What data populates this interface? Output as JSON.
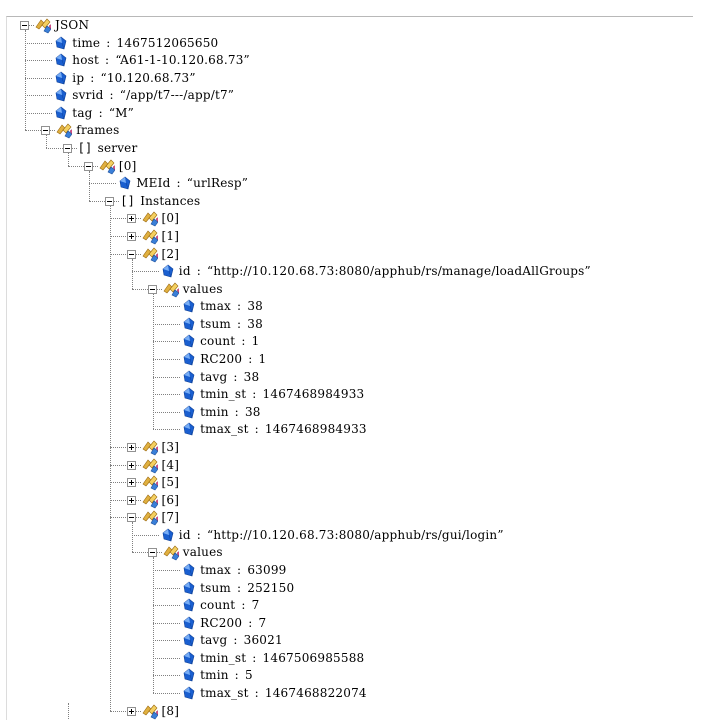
{
  "colors": {
    "background": "#ffffff",
    "tree_line": "#808080",
    "leaf_icon": "#1a5fd0",
    "object_icon_gold": "#e0b040",
    "object_icon_blue": "#3a7fd8"
  },
  "tree": {
    "label": "JSON",
    "type": "object",
    "expanded": true,
    "children": [
      {
        "type": "leaf",
        "key": "time",
        "value": "1467512065650"
      },
      {
        "type": "leaf",
        "key": "host",
        "value": "“A61-1-10.120.68.73”"
      },
      {
        "type": "leaf",
        "key": "ip",
        "value": "“10.120.68.73”"
      },
      {
        "type": "leaf",
        "key": "svrid",
        "value": "“/app/t7---/app/t7”"
      },
      {
        "type": "leaf",
        "key": "tag",
        "value": "“M”"
      },
      {
        "type": "object",
        "label": "frames",
        "expanded": true,
        "children": [
          {
            "type": "array",
            "label": "server",
            "expanded": true,
            "children": [
              {
                "type": "object",
                "label": "[0]",
                "expanded": true,
                "children": [
                  {
                    "type": "leaf",
                    "key": "MEId",
                    "value": "“urlResp”"
                  },
                  {
                    "type": "array",
                    "label": "Instances",
                    "expanded": true,
                    "children": [
                      {
                        "type": "object",
                        "label": "[0]",
                        "expanded": false
                      },
                      {
                        "type": "object",
                        "label": "[1]",
                        "expanded": false
                      },
                      {
                        "type": "object",
                        "label": "[2]",
                        "expanded": true,
                        "children": [
                          {
                            "type": "leaf",
                            "key": "id",
                            "value": "“http://10.120.68.73:8080/apphub/rs/manage/loadAllGroups”"
                          },
                          {
                            "type": "object",
                            "label": "values",
                            "expanded": true,
                            "children": [
                              {
                                "type": "leaf",
                                "key": "tmax",
                                "value": "38"
                              },
                              {
                                "type": "leaf",
                                "key": "tsum",
                                "value": "38"
                              },
                              {
                                "type": "leaf",
                                "key": "count",
                                "value": "1"
                              },
                              {
                                "type": "leaf",
                                "key": "RC200",
                                "value": "1"
                              },
                              {
                                "type": "leaf",
                                "key": "tavg",
                                "value": "38"
                              },
                              {
                                "type": "leaf",
                                "key": "tmin_st",
                                "value": "1467468984933"
                              },
                              {
                                "type": "leaf",
                                "key": "tmin",
                                "value": "38"
                              },
                              {
                                "type": "leaf",
                                "key": "tmax_st",
                                "value": "1467468984933"
                              }
                            ]
                          }
                        ]
                      },
                      {
                        "type": "object",
                        "label": "[3]",
                        "expanded": false
                      },
                      {
                        "type": "object",
                        "label": "[4]",
                        "expanded": false
                      },
                      {
                        "type": "object",
                        "label": "[5]",
                        "expanded": false
                      },
                      {
                        "type": "object",
                        "label": "[6]",
                        "expanded": false
                      },
                      {
                        "type": "object",
                        "label": "[7]",
                        "expanded": true,
                        "children": [
                          {
                            "type": "leaf",
                            "key": "id",
                            "value": "“http://10.120.68.73:8080/apphub/rs/gui/login”"
                          },
                          {
                            "type": "object",
                            "label": "values",
                            "expanded": true,
                            "children": [
                              {
                                "type": "leaf",
                                "key": "tmax",
                                "value": "63099"
                              },
                              {
                                "type": "leaf",
                                "key": "tsum",
                                "value": "252150"
                              },
                              {
                                "type": "leaf",
                                "key": "count",
                                "value": "7"
                              },
                              {
                                "type": "leaf",
                                "key": "RC200",
                                "value": "7"
                              },
                              {
                                "type": "leaf",
                                "key": "tavg",
                                "value": "36021"
                              },
                              {
                                "type": "leaf",
                                "key": "tmin_st",
                                "value": "1467506985588"
                              },
                              {
                                "type": "leaf",
                                "key": "tmin",
                                "value": "5"
                              },
                              {
                                "type": "leaf",
                                "key": "tmax_st",
                                "value": "1467468822074"
                              }
                            ]
                          }
                        ]
                      },
                      {
                        "type": "object",
                        "label": "[8]",
                        "expanded": false
                      }
                    ]
                  }
                ]
              }
            ]
          }
        ]
      }
    ]
  }
}
